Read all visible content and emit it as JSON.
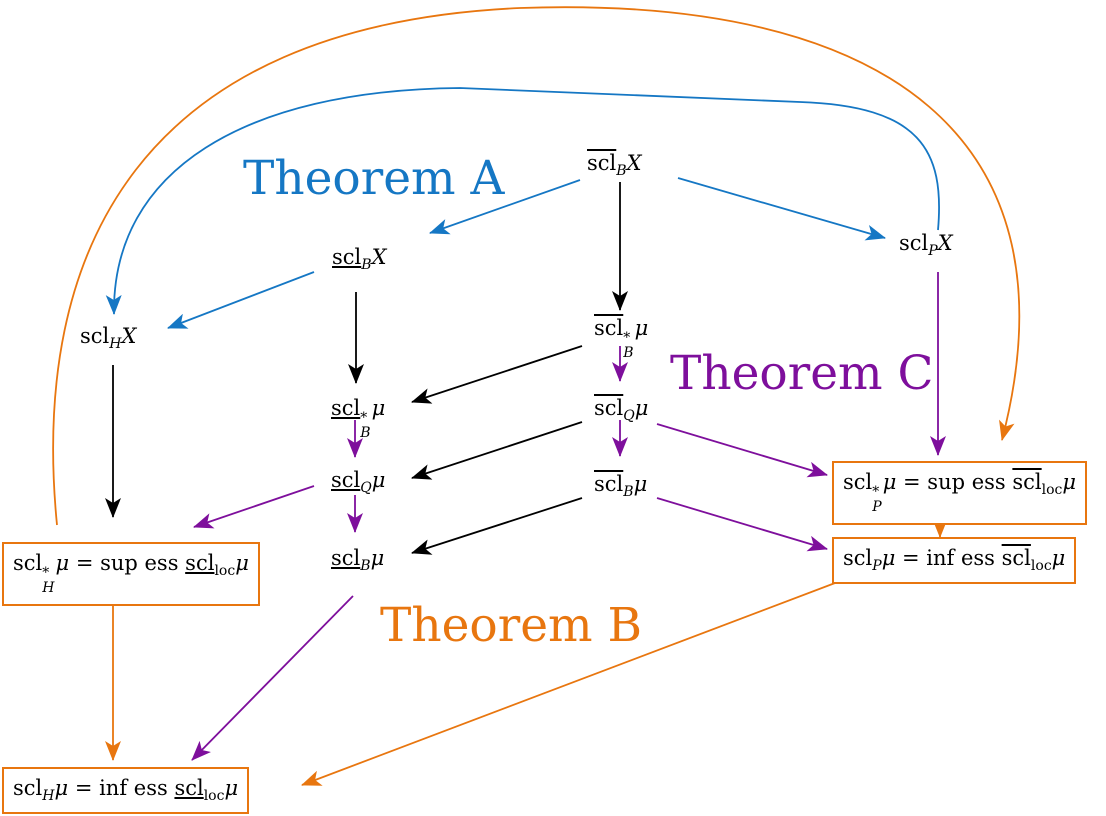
{
  "colors": {
    "theorem_a": "#1577c4",
    "theorem_b": "#e8760f",
    "theorem_c": "#7e0f9c",
    "neutral": "#000000"
  },
  "titles": {
    "a": "Theorem A",
    "b": "Theorem B",
    "c": "Theorem C"
  },
  "nodes": {
    "sclbar_B_X": {
      "base": "scl",
      "sub": "B",
      "arg": "X"
    },
    "sclunder_B_X": {
      "base": "scl",
      "sub": "B",
      "arg": "X"
    },
    "scl_P_X": {
      "base": "scl",
      "sub": "P",
      "arg": "X"
    },
    "scl_H_X": {
      "base": "scl",
      "sub": "H",
      "arg": "X"
    },
    "sclbar_star_B_mu": {
      "base": "scl",
      "sup": "*",
      "sub": "B",
      "arg": "μ"
    },
    "sclunder_star_B_mu": {
      "base": "scl",
      "sup": "*",
      "sub": "B",
      "arg": "μ"
    },
    "sclbar_Q_mu": {
      "base": "scl",
      "sub": "Q",
      "arg": "μ"
    },
    "sclunder_Q_mu": {
      "base": "scl",
      "sub": "Q",
      "arg": "μ"
    },
    "sclbar_B_mu": {
      "base": "scl",
      "sub": "B",
      "arg": "μ"
    },
    "sclunder_B_mu": {
      "base": "scl",
      "sub": "B",
      "arg": "μ"
    }
  },
  "boxes": {
    "sup_P": {
      "base": "scl",
      "sup": "*",
      "sub": "P",
      "arg": "μ",
      "eq": " = sup ess ",
      "loc_base": "scl",
      "loc_sub": "loc",
      "loc_arg": "μ"
    },
    "inf_P": {
      "base": "scl",
      "sub": "P",
      "arg": "μ",
      "eq": " = inf ess ",
      "loc_base": "scl",
      "loc_sub": "loc",
      "loc_arg": "μ"
    },
    "sup_H": {
      "base": "scl",
      "sup": "*",
      "sub": "H",
      "arg": "μ",
      "eq": " = sup ess ",
      "loc_base": "scl",
      "loc_sub": "loc",
      "loc_arg": "μ"
    },
    "inf_H": {
      "base": "scl",
      "sub": "H",
      "arg": "μ",
      "eq": " = inf ess ",
      "loc_base": "scl",
      "loc_sub": "loc",
      "loc_arg": "μ"
    }
  }
}
